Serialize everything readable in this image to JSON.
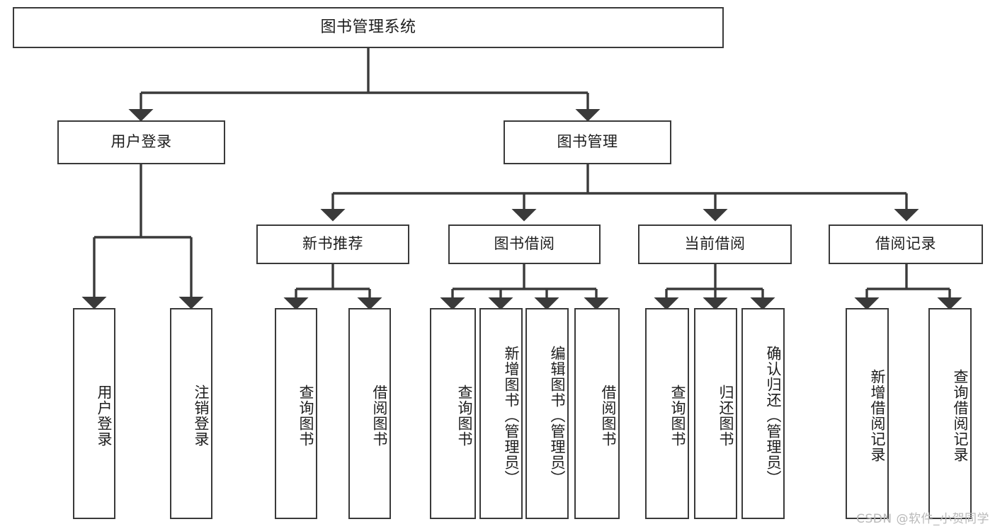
{
  "diagram": {
    "title": "图书管理系统",
    "type": "tree",
    "watermark": "CSDN @软件_小贺同学",
    "colors": {
      "box_border": "#3a3a3a",
      "box_fill": "#ffffff",
      "edge": "#3a3a3a",
      "text": "#1d1d1d",
      "watermark": "#b9b9b9",
      "background": "#ffffff"
    },
    "levels": {
      "root": {
        "label": "图书管理系统"
      },
      "level2": [
        {
          "label": "用户登录"
        },
        {
          "label": "图书管理"
        }
      ],
      "level3": [
        {
          "label": "新书推荐"
        },
        {
          "label": "图书借阅"
        },
        {
          "label": "当前借阅"
        },
        {
          "label": "借阅记录"
        }
      ],
      "leaves": {
        "user_login": [
          {
            "label": "用户登录"
          },
          {
            "label": "注销登录"
          }
        ],
        "new_book_recommend": [
          {
            "label": "查询图书"
          },
          {
            "label": "借阅图书"
          }
        ],
        "book_borrow": [
          {
            "label": "查询图书"
          },
          {
            "label": "新增图书（管理员）"
          },
          {
            "label": "编辑图书（管理员）"
          },
          {
            "label": "借阅图书"
          }
        ],
        "current_borrow": [
          {
            "label": "查询图书"
          },
          {
            "label": "归还图书"
          },
          {
            "label": "确认归还（管理员）"
          }
        ],
        "borrow_record": [
          {
            "label": "新增借阅记录"
          },
          {
            "label": "查询借阅记录"
          }
        ]
      }
    }
  }
}
